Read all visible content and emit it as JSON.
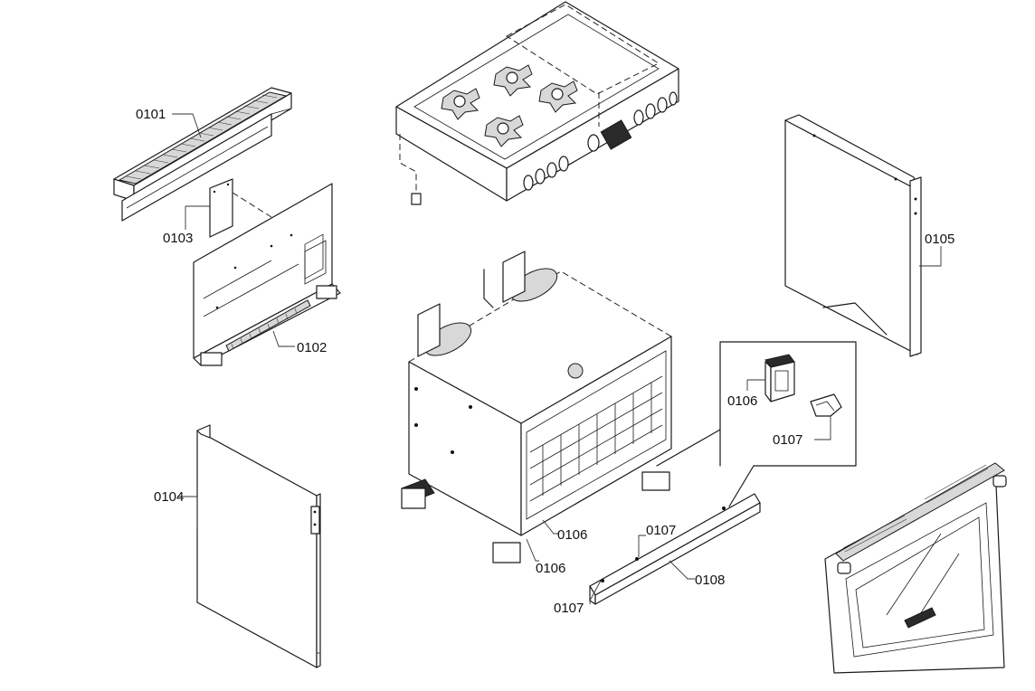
{
  "labels": {
    "l0101": "0101",
    "l0102": "0102",
    "l0103": "0103",
    "l0104": "0104",
    "l0105": "0105",
    "l0106a": "0106",
    "l0107a": "0107",
    "l0106b": "0106",
    "l0106c": "0106",
    "l0107b": "0107",
    "l0108": "0108",
    "l0107c": "0107"
  }
}
